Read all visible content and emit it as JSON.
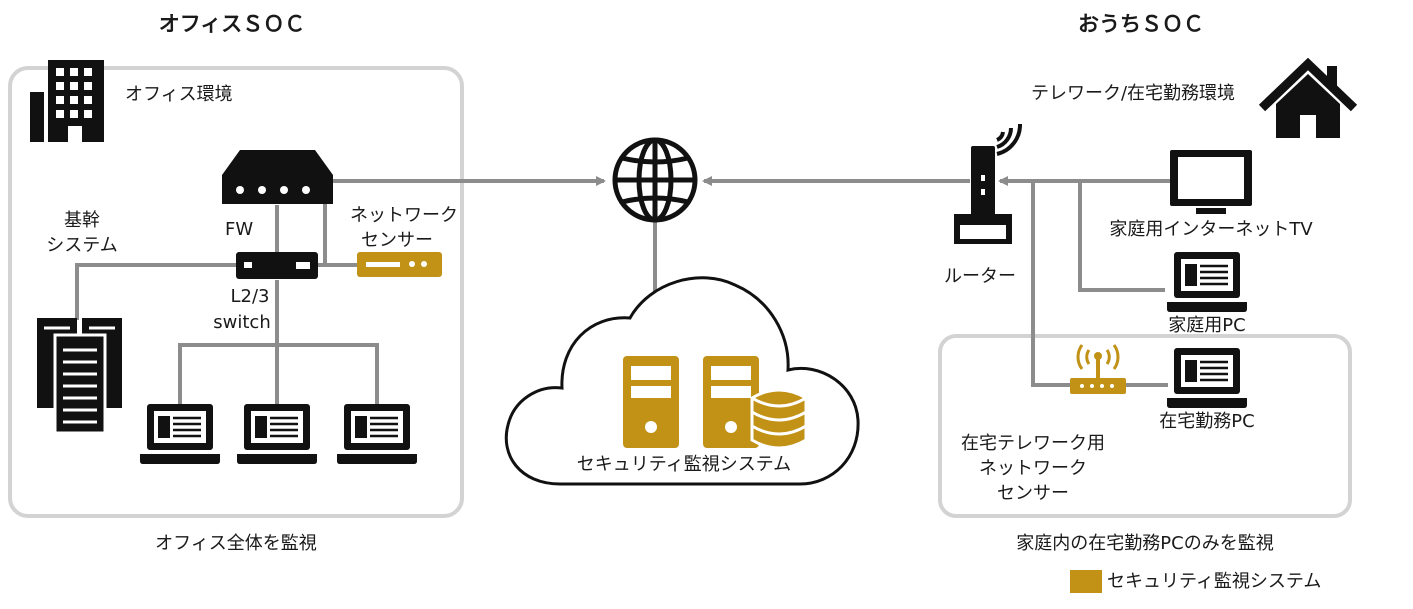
{
  "titles": {
    "office": "オフィスＳＯＣ",
    "home": "おうちＳＯＣ"
  },
  "office": {
    "env_label": "オフィス環境",
    "fw_label": "FW",
    "core_line1": "基幹",
    "core_line2": "システム",
    "sensor_line1": "ネットワーク",
    "sensor_line2": "センサー",
    "switch_line1": "L2/3",
    "switch_line2": "switch",
    "caption": "オフィス全体を監視"
  },
  "cloud": {
    "label": "セキュリティ監視システム"
  },
  "home": {
    "env_label": "テレワーク/在宅勤務環境",
    "router_label": "ルーター",
    "tv_label": "家庭用インターネットTV",
    "home_pc_label": "家庭用PC",
    "work_pc_label": "在宅勤務PC",
    "sensor_line1": "在宅テレワーク用",
    "sensor_line2": "ネットワーク",
    "sensor_line3": "センサー",
    "caption": "家庭内の在宅勤務PCのみを監視"
  },
  "legend": {
    "label": "セキュリティ監視システム",
    "color": "#c19216"
  },
  "colors": {
    "device": "#111111",
    "line": "#8c8c8c",
    "box": "#d3d3d3",
    "accent": "#c19216"
  },
  "icons": [
    "building-icon",
    "house-icon",
    "globe-icon",
    "cloud-icon",
    "server-icon",
    "database-icon",
    "laptop-icon",
    "tv-icon",
    "router-icon",
    "wifi-icon",
    "firewall-icon",
    "switch-icon",
    "sensor-icon"
  ]
}
